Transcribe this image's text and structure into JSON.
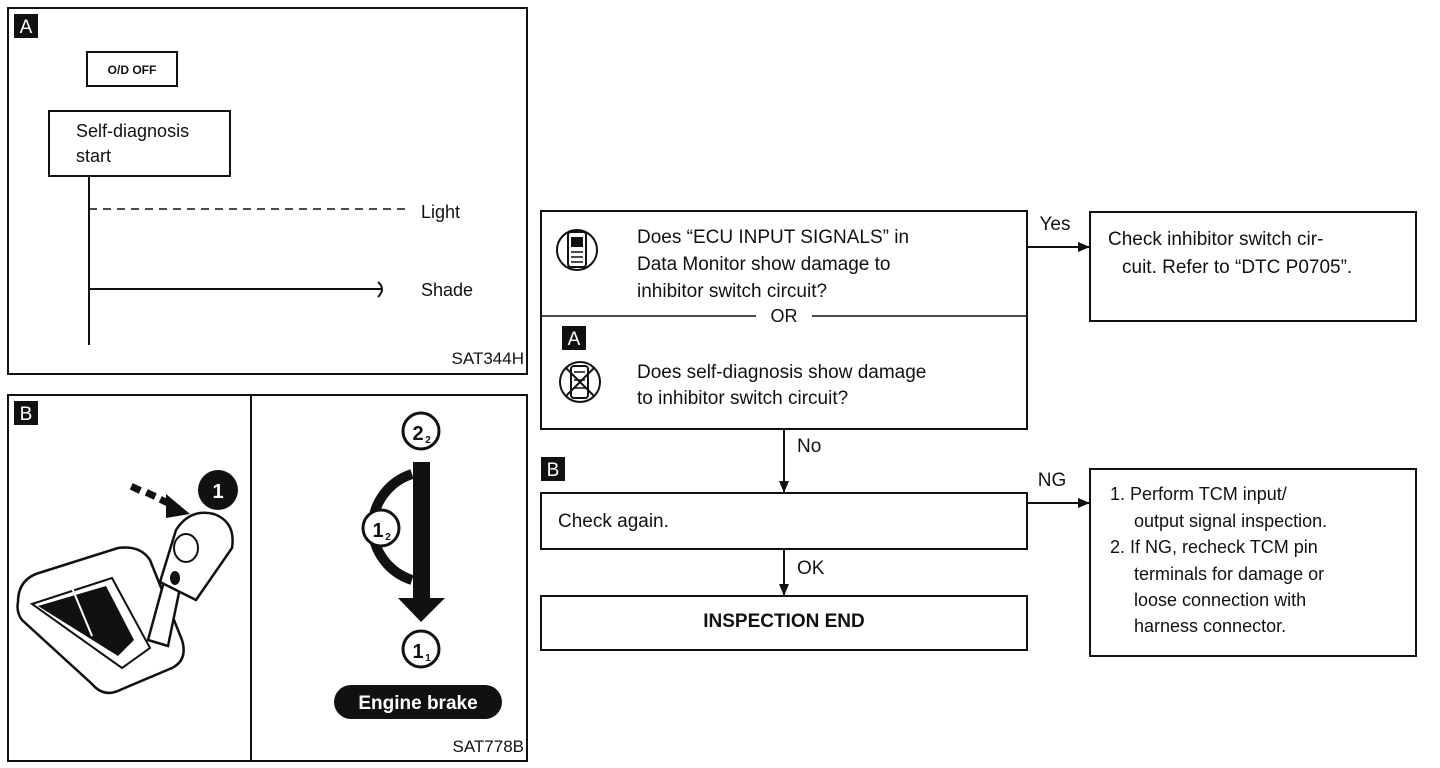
{
  "panel_a": {
    "badge": "A",
    "od_off_label": "O/D OFF",
    "start_box_line1": "Self-diagnosis",
    "start_box_line2": "start",
    "light_label": "Light",
    "shade_label": "Shade",
    "figure_code": "SAT344H"
  },
  "panel_b": {
    "badge": "B",
    "step_one_marker": "1",
    "label_2_2": "2",
    "label_2_2_sub": "2",
    "label_1_2": "1",
    "label_1_2_sub": "2",
    "label_1_1": "1",
    "label_1_1_sub": "1",
    "engine_brake_label": "Engine brake",
    "figure_code": "SAT778B"
  },
  "flowchart": {
    "question_line1": "Does “ECU INPUT SIGNALS” in",
    "question_line2": "Data Monitor show damage to",
    "question_line3": "inhibitor switch circuit?",
    "or_label": "OR",
    "badge_a": "A",
    "question2_line1": "Does self-diagnosis show damage",
    "question2_line2": "to inhibitor switch circuit?",
    "yes_label": "Yes",
    "yes_result_line1": "Check inhibitor switch cir-",
    "yes_result_line2": "cuit. Refer to “DTC  P0705”.",
    "no_label": "No",
    "badge_b": "B",
    "check_again": "Check again.",
    "ng_label": "NG",
    "ng_line1": "1. Perform TCM input/",
    "ng_line2": "output signal inspection.",
    "ng_line3": "2. If NG, recheck TCM pin",
    "ng_line4": "terminals for damage or",
    "ng_line5": "loose connection with",
    "ng_line6": "harness connector.",
    "ok_label": "OK",
    "end_label": "INSPECTION END"
  }
}
